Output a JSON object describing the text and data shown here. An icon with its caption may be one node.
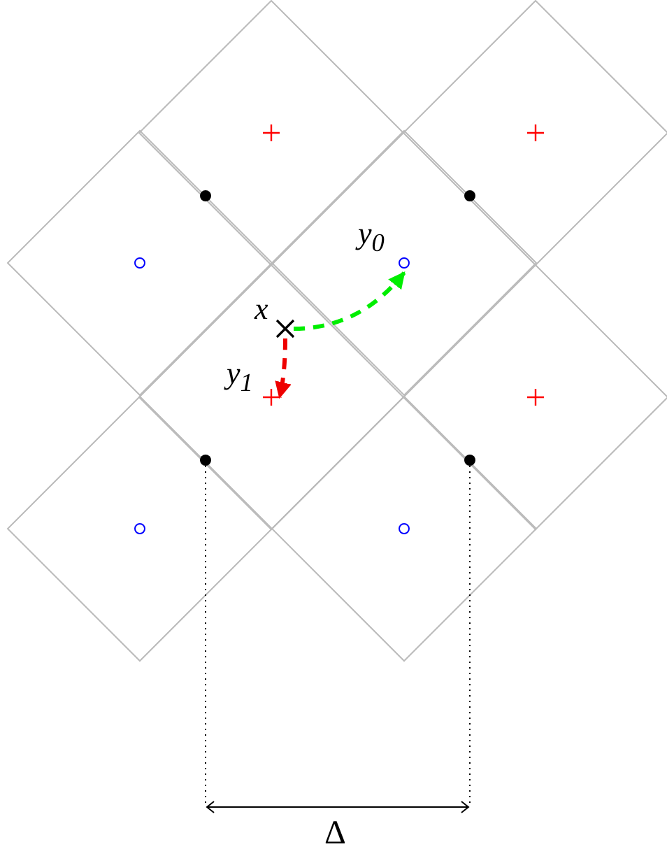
{
  "diagram": {
    "nodes": [
      {
        "text": [
          "x"
        ]
      },
      {
        "text": [
          "y$_{0}$"
        ]
      },
      {
        "text": [
          "y$_{1}$"
        ]
      }
    ],
    "edges": [
      {
        "from": 0,
        "to": 1,
        "arrow": "to",
        "style": "dashed",
        "color": "#00ee00"
      },
      {
        "from": 0,
        "to": 2,
        "arrow": "to",
        "style": "dashed",
        "color": "#ee0000"
      }
    ],
    "labels": [
      "Δ"
    ]
  }
}
